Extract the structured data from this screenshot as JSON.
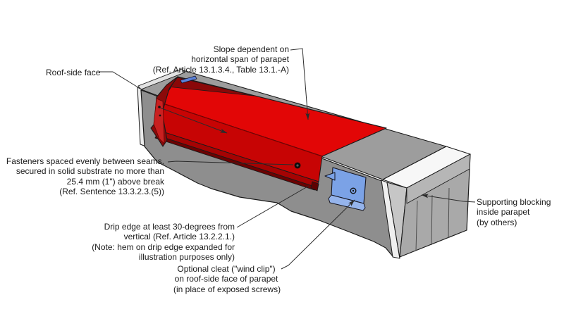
{
  "diagram": {
    "subject": "parapet-metal-cap-flashing-detail",
    "colors": {
      "cap_top_red": "#e20606",
      "cap_face_red": "#c70404",
      "cap_hem_red": "#a50303",
      "cap_fold_dark_red": "#6b0202",
      "cap_end_dark_red": "#8c0a0a",
      "wind_clip_blue": "#7ba2e6",
      "wind_clip_flare_blue": "#95b4ec",
      "cleat_sliver_blue": "#5b82d8",
      "wall_face_gray": "#8e8e8e",
      "wall_top_gray": "#9d9d9d",
      "blocking_panel_gray": "#a9a9a9",
      "frame_white": "#f7f7f7",
      "outline_black": "#1a1a1a",
      "background": "#ffffff"
    }
  },
  "labels": {
    "slope": {
      "lines": [
        "Slope dependent on",
        "horizontal span of parapet",
        "(Ref. Article 13.1.3.4., Table 13.1.-A)"
      ]
    },
    "roof_side": {
      "lines": [
        "Roof-side face"
      ]
    },
    "fasteners": {
      "lines": [
        "Fasteners spaced evenly between seams,",
        "secured in solid substrate no more than",
        "25.4 mm (1\") above break",
        "(Ref. Sentence 13.3.2.3.(5))"
      ]
    },
    "drip_edge": {
      "lines": [
        "Drip edge at least 30-degrees from",
        "vertical (Ref. Article 13.2.2.1.)",
        "(Note: hem on drip edge expanded for",
        "illustration purposes only)"
      ]
    },
    "cleat": {
      "lines": [
        "Optional cleat (\"wind clip\")",
        "on roof-side face of parapet",
        "(in place of exposed screws)"
      ]
    },
    "blocking": {
      "lines": [
        "Supporting blocking",
        "inside parapet",
        "(by others)"
      ]
    }
  }
}
